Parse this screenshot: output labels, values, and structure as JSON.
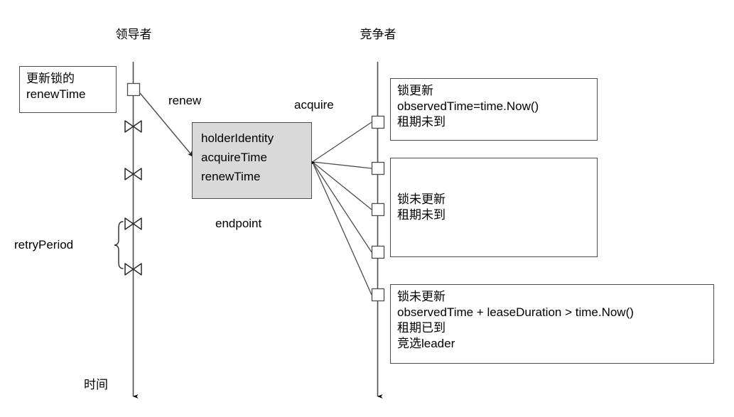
{
  "diagram": {
    "type": "sequence-diagram",
    "title_left": "领导者",
    "title_right": "竞争者",
    "colors": {
      "line": "#4d4d4d",
      "endpoint_fill": "#d9d9d9",
      "note_border": "#4d4d4d",
      "text": "#000000",
      "background": "#ffffff"
    }
  },
  "left": {
    "lifeline_label": "领导者",
    "time_axis_label": "时间",
    "retry_bracket_label": "retryPeriod",
    "note": "更新锁的\nrenewTime",
    "activation_label": "renew",
    "failure_marker_count": 4
  },
  "endpoint": {
    "fields": "holderIdentity\nacquireTime\nrenewTime",
    "caption": "endpoint"
  },
  "right": {
    "lifeline_label": "竞争者",
    "activation_label": "acquire",
    "activation_count": 5,
    "notes": [
      {
        "id": "note-1",
        "text": "锁更新\nobservedTime=time.Now()\n租期未到"
      },
      {
        "id": "note-2",
        "text": "锁未更新\n租期未到"
      },
      {
        "id": "note-3",
        "text": "锁未更新\nobservedTime + leaseDuration > time.Now()\n租期已到\n竞选leader"
      }
    ]
  }
}
